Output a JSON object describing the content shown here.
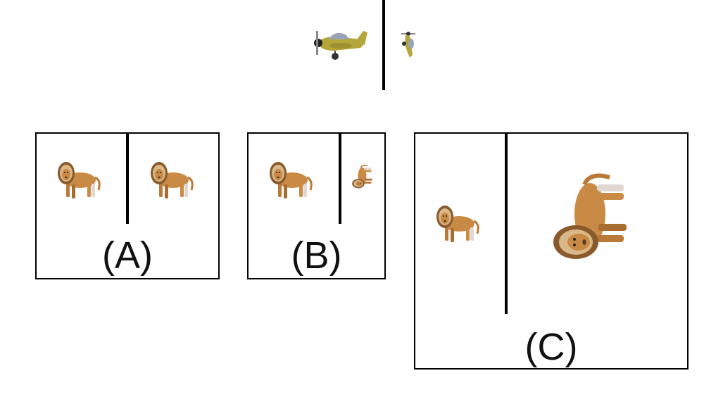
{
  "reference": {
    "left_object": "airplane-toy",
    "right_object": "airplane-toy-rotated-small"
  },
  "options": [
    {
      "label": "(A)",
      "left_object": "lion",
      "right_object": "lion"
    },
    {
      "label": "(B)",
      "left_object": "lion",
      "right_object": "lion-rotated-small"
    },
    {
      "label": "(C)",
      "left_object": "lion",
      "right_object": "lion-rotated-large"
    }
  ],
  "colors": {
    "plane_body": "#b5a63a",
    "plane_cockpit": "#9aa3b5",
    "lion_body": "#c98a45",
    "lion_mane": "#8a5a2c",
    "divider": "#000000"
  }
}
